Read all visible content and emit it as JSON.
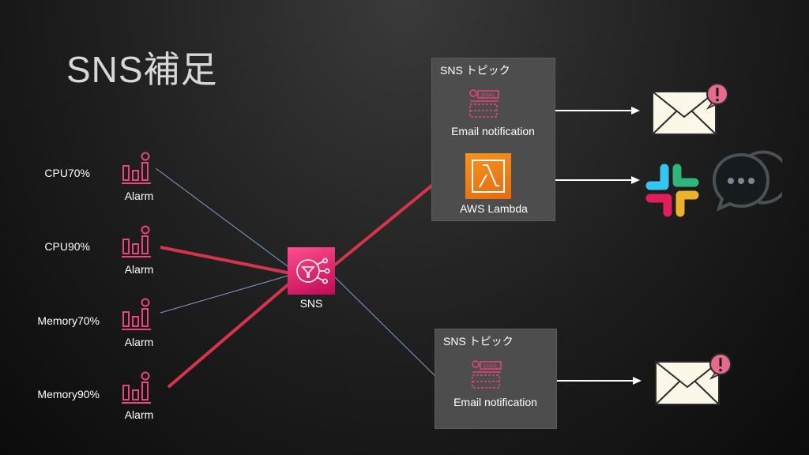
{
  "title": "SNS補足",
  "metrics": [
    {
      "name": "CPU70%",
      "alarm_label": "Alarm",
      "emphasis": false
    },
    {
      "name": "CPU90%",
      "alarm_label": "Alarm",
      "emphasis": true
    },
    {
      "name": "Memory70%",
      "alarm_label": "Alarm",
      "emphasis": false
    },
    {
      "name": "Memory90%",
      "alarm_label": "Alarm",
      "emphasis": true
    }
  ],
  "sns": {
    "label": "SNS",
    "icon": "sns-topic-icon"
  },
  "topics": [
    {
      "title": "SNS トピック",
      "subscribers": [
        {
          "label": "Email notification",
          "icon": "email-notification-icon",
          "destination": "envelope-alert-icon"
        },
        {
          "label": "AWS Lambda",
          "icon": "lambda-icon",
          "destination": "slack-chat-icon"
        }
      ]
    },
    {
      "title": "SNS トピック",
      "subscribers": [
        {
          "label": "Email notification",
          "icon": "email-notification-icon",
          "destination": "envelope-alert-icon"
        }
      ]
    }
  ],
  "colors": {
    "emphasis_line": "#d6344d",
    "thin_line": "#7f9fd6",
    "alarm_pink": "#e6457d",
    "sns_gradient_top": "#ff4f8b",
    "lambda_orange": "#f7931d",
    "panel_bg": "#4d4d4d",
    "envelope": "#fbf8e8",
    "badge": "#e66a8a"
  }
}
